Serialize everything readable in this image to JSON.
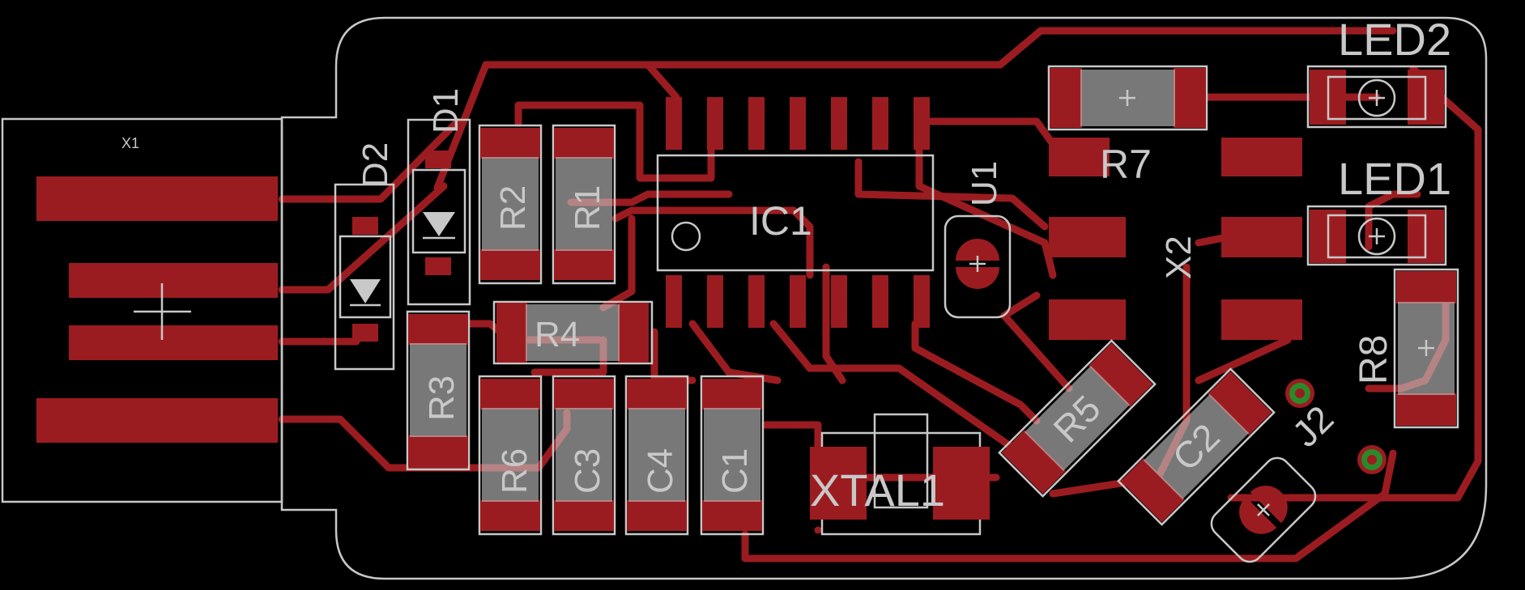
{
  "labels": {
    "x1": "X1",
    "d1": "D1",
    "d2": "D2",
    "r1": "R1",
    "r2": "R2",
    "r3": "R3",
    "r4": "R4",
    "r5": "R5",
    "r6": "R6",
    "r7": "R7",
    "r8": "R8",
    "c1": "C1",
    "c2": "C2",
    "c3": "C3",
    "c4": "C4",
    "ic1": "IC1",
    "u1": "U1",
    "x2": "X2",
    "j2": "J2",
    "xtal1": "XTAL1",
    "led1": "LED1",
    "led2": "LED2"
  },
  "colors": {
    "board_background": "#000000",
    "copper": "#9b1c20",
    "silkscreen": "#c8c8c8",
    "via": "#2a8a2a"
  }
}
